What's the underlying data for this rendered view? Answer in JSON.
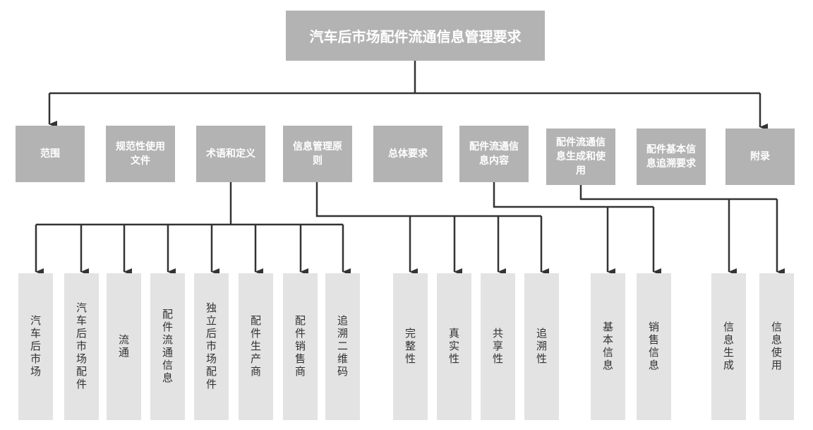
{
  "root": {
    "label": "汽车后市场配件流通信息管理要求"
  },
  "sections": [
    {
      "label": "范围"
    },
    {
      "label": "规范性使用文件"
    },
    {
      "label": "术语和定义"
    },
    {
      "label": "信息管理原则"
    },
    {
      "label": "总体要求"
    },
    {
      "label": "配件流通信息内容"
    },
    {
      "label": "配件流通信息生成和使用"
    },
    {
      "label": "配件基本信息追溯要求"
    },
    {
      "label": "附录"
    }
  ],
  "terms": [
    "汽车后市场",
    "汽车后市场配件",
    "流通",
    "配件流通信息",
    "独立后市场配件",
    "配件生产商",
    "配件销售商",
    "追溯二维码"
  ],
  "principles": [
    "完整性",
    "真实性",
    "共享性",
    "追溯性"
  ],
  "content": [
    "基本信息",
    "销售信息"
  ],
  "generation": [
    "信息生成",
    "信息使用"
  ],
  "colors": {
    "node": "#b3b3b3",
    "leaf": "#e3e3e3",
    "connector": "#333333"
  }
}
